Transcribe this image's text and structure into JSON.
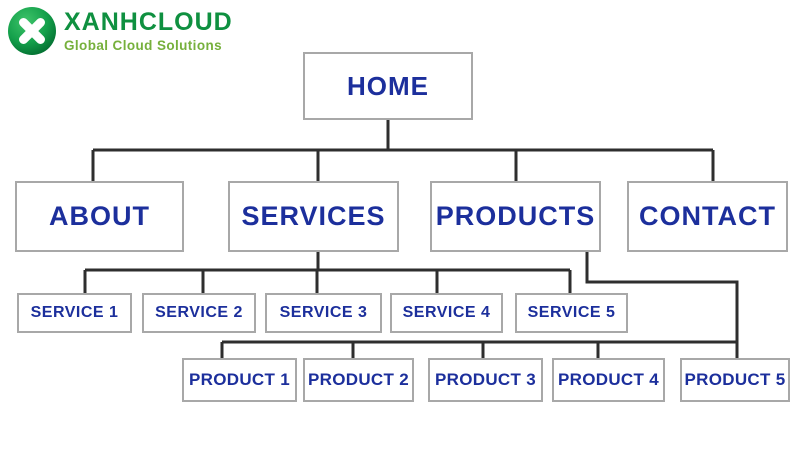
{
  "logo": {
    "brand": "XANHCLOUD",
    "tagline": "Global Cloud Solutions",
    "icon": "x-in-green-circle"
  },
  "colors": {
    "label_blue": "#1c2f9c",
    "connector_line": "#2e2e2e",
    "box_border": "#a8a8a8",
    "brand_green": "#0f9040",
    "tagline_green": "#76b03c"
  },
  "sitemap": {
    "root": {
      "label": "HOME"
    },
    "level2": [
      {
        "label": "ABOUT"
      },
      {
        "label": "SERVICES"
      },
      {
        "label": "PRODUCTS"
      },
      {
        "label": "CONTACT"
      }
    ],
    "services": [
      {
        "label": "SERVICE 1"
      },
      {
        "label": "SERVICE 2"
      },
      {
        "label": "SERVICE 3"
      },
      {
        "label": "SERVICE 4"
      },
      {
        "label": "SERVICE 5"
      }
    ],
    "products": [
      {
        "label": "PRODUCT 1"
      },
      {
        "label": "PRODUCT 2"
      },
      {
        "label": "PRODUCT 3"
      },
      {
        "label": "PRODUCT 4"
      },
      {
        "label": "PRODUCT 5"
      }
    ]
  }
}
